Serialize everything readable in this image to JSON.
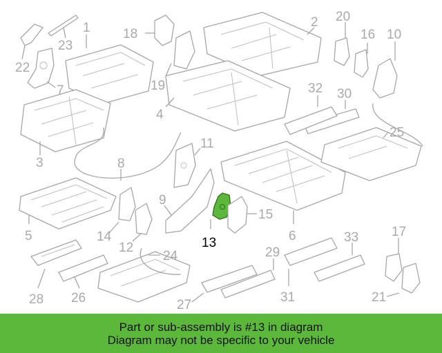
{
  "diagram": {
    "highlight_color": "#5cb83a",
    "callouts": [
      {
        "id": "c1",
        "label": "1"
      },
      {
        "id": "c2",
        "label": "2"
      },
      {
        "id": "c3",
        "label": "3"
      },
      {
        "id": "c4",
        "label": "4"
      },
      {
        "id": "c5",
        "label": "5"
      },
      {
        "id": "c6",
        "label": "6"
      },
      {
        "id": "c7",
        "label": "7"
      },
      {
        "id": "c8",
        "label": "8"
      },
      {
        "id": "c9",
        "label": "9"
      },
      {
        "id": "c10",
        "label": "10"
      },
      {
        "id": "c11",
        "label": "11"
      },
      {
        "id": "c12",
        "label": "12"
      },
      {
        "id": "c13",
        "label": "13"
      },
      {
        "id": "c14",
        "label": "14"
      },
      {
        "id": "c15",
        "label": "15"
      },
      {
        "id": "c16",
        "label": "16"
      },
      {
        "id": "c17",
        "label": "17"
      },
      {
        "id": "c18",
        "label": "18"
      },
      {
        "id": "c19",
        "label": "19"
      },
      {
        "id": "c20",
        "label": "20"
      },
      {
        "id": "c21",
        "label": "21"
      },
      {
        "id": "c22",
        "label": "22"
      },
      {
        "id": "c23",
        "label": "23"
      },
      {
        "id": "c24",
        "label": "24"
      },
      {
        "id": "c25",
        "label": "25"
      },
      {
        "id": "c26",
        "label": "26"
      },
      {
        "id": "c27",
        "label": "27"
      },
      {
        "id": "c28",
        "label": "28"
      },
      {
        "id": "c29",
        "label": "29"
      },
      {
        "id": "c30",
        "label": "30"
      },
      {
        "id": "c31",
        "label": "31"
      },
      {
        "id": "c32",
        "label": "32"
      },
      {
        "id": "c33",
        "label": "33"
      }
    ]
  },
  "banner": {
    "line1": "Part or sub-assembly is #13 in diagram",
    "line2": "Diagram may not be specific to your vehicle"
  }
}
